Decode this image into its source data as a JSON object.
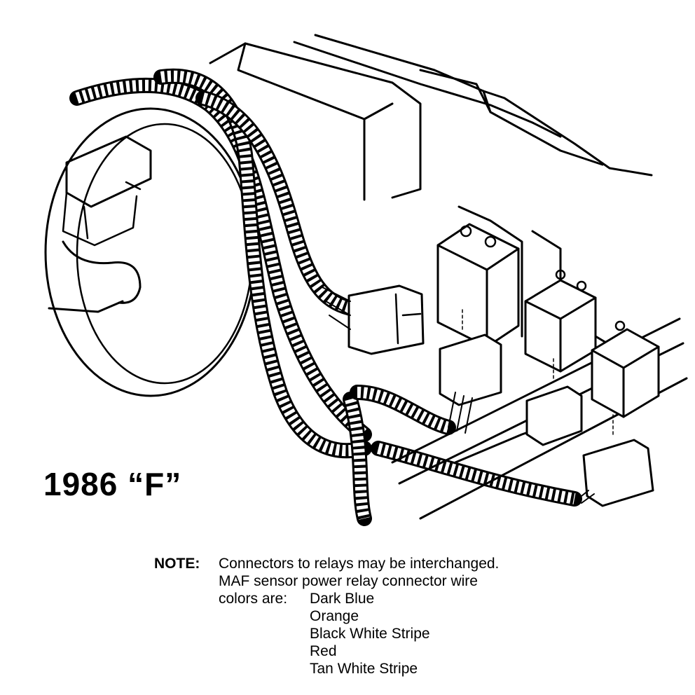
{
  "diagram": {
    "model_label": "1986 “F”"
  },
  "note": {
    "heading": "NOTE:",
    "lines": [
      "Connectors to relays may be interchanged.",
      "MAF sensor power relay connector wire"
    ],
    "colors_label": "colors are:",
    "wire_colors": [
      "Dark Blue",
      "Orange",
      "Black White Stripe",
      "Red",
      "Tan White Stripe"
    ]
  }
}
